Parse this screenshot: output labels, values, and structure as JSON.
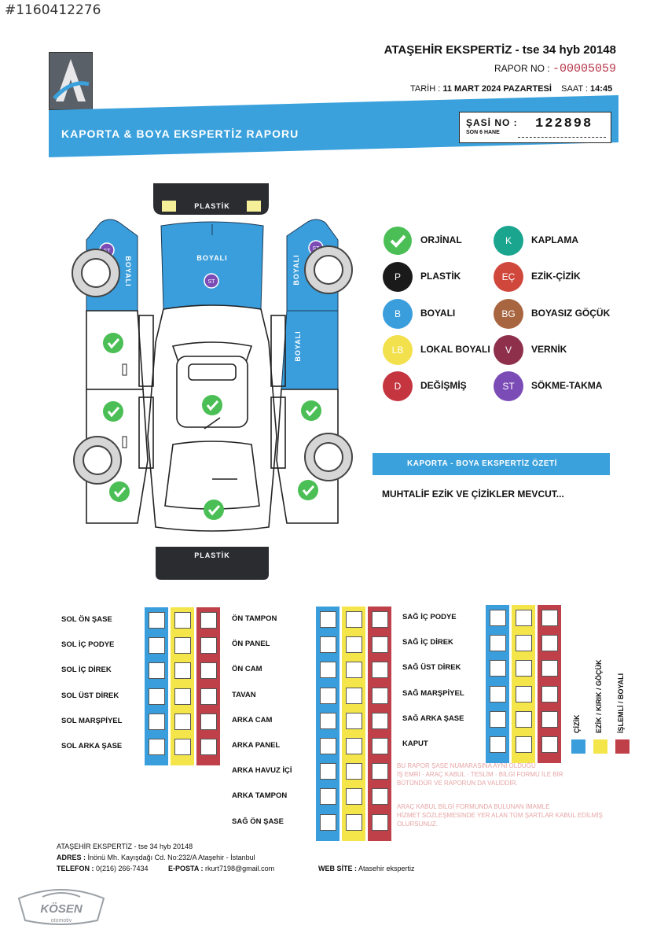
{
  "listing_id": "#1160412276",
  "header": {
    "company_title": "ATAŞEHİR EKSPERTİZ - tse 34 hyb 20148",
    "rapor_label": "RAPOR NO :",
    "rapor_no": "-00005059",
    "tarih_label": "TARİH :",
    "tarih_value": "11 MART 2024 PAZARTESİ",
    "saat_label": "SAAT :",
    "saat_value": "14:45"
  },
  "banner": {
    "title": "KAPORTA & BOYA EKSPERTİZ RAPORU",
    "chassis_label": "ŞASİ NO :",
    "chassis_sub": "SON 6 HANE",
    "chassis_value": "122898"
  },
  "diagram": {
    "front_bumper": "PLASTİK",
    "rear_bumper": "PLASTİK",
    "hood": "BOYALI",
    "left_front": "BOYALI",
    "right_front": "BOYALI",
    "right_rear_door": "BOYALI",
    "st_marker": "ST",
    "colors": {
      "boyali": "#3a9edc",
      "ok": "#4bbf55",
      "st": "#7b4bb6"
    }
  },
  "legend": [
    {
      "code": "",
      "label": "ORJİNAL",
      "color": "#4bbf55",
      "icon": "check-icon"
    },
    {
      "code": "K",
      "label": "KAPLAMA",
      "color": "#1aa58f"
    },
    {
      "code": "P",
      "label": "PLASTİK",
      "color": "#1a1a1a"
    },
    {
      "code": "EÇ",
      "label": "EZİK-ÇİZİK",
      "color": "#d0473c"
    },
    {
      "code": "B",
      "label": "BOYALI",
      "color": "#3a9edc"
    },
    {
      "code": "BG",
      "label": "BOYASIZ GÖÇÜK",
      "color": "#a86640"
    },
    {
      "code": "LB",
      "label": "LOKAL BOYALI",
      "color": "#f2e04c"
    },
    {
      "code": "V",
      "label": "VERNİK",
      "color": "#8e2f4c"
    },
    {
      "code": "D",
      "label": "DEĞİŞMİŞ",
      "color": "#c43540"
    },
    {
      "code": "ST",
      "label": "SÖKME-TAKMA",
      "color": "#7b4bb6"
    }
  ],
  "summary": {
    "title": "KAPORTA - BOYA EKSPERTİZ ÖZETİ",
    "text": "MUHTALİF EZİK VE ÇİZİKLER MEVCUT..."
  },
  "parts_left": [
    "SOL ÖN ŞASE",
    "SOL İÇ PODYE",
    "SOL İÇ DİREK",
    "SOL ÜST DİREK",
    "SOL MARŞPİYEL",
    "SOL ARKA ŞASE"
  ],
  "parts_middle": [
    "ÖN TAMPON",
    "ÖN PANEL",
    "ÖN CAM",
    "TAVAN",
    "ARKA CAM",
    "ARKA PANEL",
    "ARKA HAVUZ İÇİ",
    "ARKA TAMPON",
    "SAĞ ÖN ŞASE"
  ],
  "parts_right": [
    "SAĞ İÇ PODYE",
    "SAĞ İÇ DİREK",
    "SAĞ ÜST DİREK",
    "SAĞ MARŞPİYEL",
    "SAĞ ARKA ŞASE",
    "KAPUT"
  ],
  "grid_colors": [
    "#3a9edc",
    "#f4e64a",
    "#c0404a"
  ],
  "grid_legend": [
    "ÇİZİK",
    "EZİK / KIRIK / GÖÇÜK",
    "İŞLEMLİ / BOYALI"
  ],
  "faded_note_1": [
    "BU RAPOR ŞASE NUMARASINA AYNI OLDUĞU",
    "İŞ EMRİ · ARAÇ KABUL · TESLİM · BİLGİ FORMU İLE BİR",
    "BÜTÜNDÜR VE RAPORUN DA VALİDDİR."
  ],
  "faded_note_2": [
    "ARAÇ KABUL BİLGİ FORMUNDA BULUNAN İMAMLE",
    "HİZMET SÖZLEŞMESİNDE YER ALAN TÜM ŞARTLAR KABUL EDİLMİŞ",
    "OLURSUNUZ."
  ],
  "footer": {
    "company": "ATAŞEHİR EKSPERTİZ - tse 34 hyb 20148",
    "address_label": "ADRES :",
    "address": "İnönü Mh. Kayışdağı Cd. No:232/A Ataşehir - İstanbul",
    "phone_label": "TELEFON :",
    "phone": "0(216) 266-7434",
    "email_label": "E-POSTA :",
    "email": "rkurt7198@gmail.com",
    "web_label": "WEB SİTE :",
    "web": "Atasehir ekspertiz",
    "dealer_logo": "KÖSEN",
    "dealer_sub": "otomotiv"
  }
}
